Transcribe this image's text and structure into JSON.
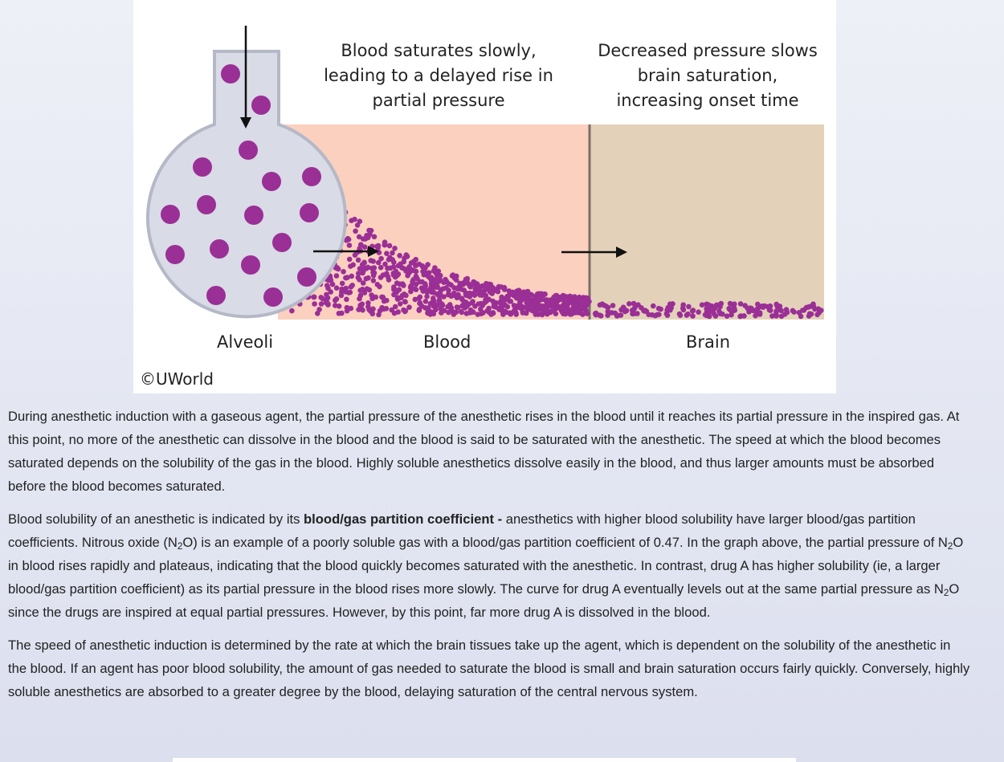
{
  "figure": {
    "caption_blood": [
      "Blood saturates slowly,",
      "leading to a delayed rise in",
      "partial pressure"
    ],
    "caption_brain": [
      "Decreased pressure slows",
      "brain saturation,",
      "increasing onset time"
    ],
    "label_alveoli": "Alveoli",
    "label_blood": "Blood",
    "label_brain": "Brain",
    "copyright": "©UWorld",
    "colors": {
      "blood_region": "#fbd0bf",
      "brain_region": "#e3d2b9",
      "alveoli_fill": "#d9dbe6",
      "alveoli_stroke": "#b5b8c6",
      "particle": "#9a2f96",
      "divider": "#7a6f66"
    }
  },
  "paragraphs": {
    "p1": "During anesthetic induction with a gaseous agent, the partial pressure of the anesthetic rises in the blood until it reaches its partial pressure in the inspired gas.  At this point, no more of the anesthetic can dissolve in the blood and the blood is said to be saturated with the anesthetic.  The speed at which the blood becomes saturated depends on the solubility of the gas in the blood.  Highly soluble anesthetics dissolve easily in the blood, and thus larger amounts must be absorbed before the blood becomes saturated.",
    "p2_a": "Blood solubility of an anesthetic is indicated by its ",
    "p2_bold": "blood/gas partition coefficient -",
    "p2_b": " anesthetics with higher blood solubility have larger blood/gas partition coefficients.  Nitrous oxide (N",
    "p2_sub1": "2",
    "p2_c": "O) is an example of a poorly soluble gas with a blood/gas partition coefficient of 0.47.  In the graph above, the partial pressure of N",
    "p2_sub2": "2",
    "p2_d": "O in blood rises rapidly and plateaus, indicating that the blood quickly becomes saturated with the anesthetic.  In contrast, drug A has higher solubility (ie, a larger blood/gas partition coefficient) as its partial pressure in the blood rises more slowly.  The curve for drug A eventually levels out at the same partial pressure as N",
    "p2_sub3": "2",
    "p2_e": "O since the drugs are inspired at equal partial pressures.  However, by this point, far more drug A is dissolved in the blood.",
    "p3": "The speed of anesthetic induction is determined by the rate at which the brain tissues take up the agent, which is dependent on the solubility of the anesthetic in the blood.  If an agent has poor blood solubility, the amount of gas needed to saturate the blood is small and brain saturation occurs fairly quickly.  Conversely, highly soluble anesthetics are absorbed to a greater degree by the blood, delaying saturation of the central nervous system."
  }
}
